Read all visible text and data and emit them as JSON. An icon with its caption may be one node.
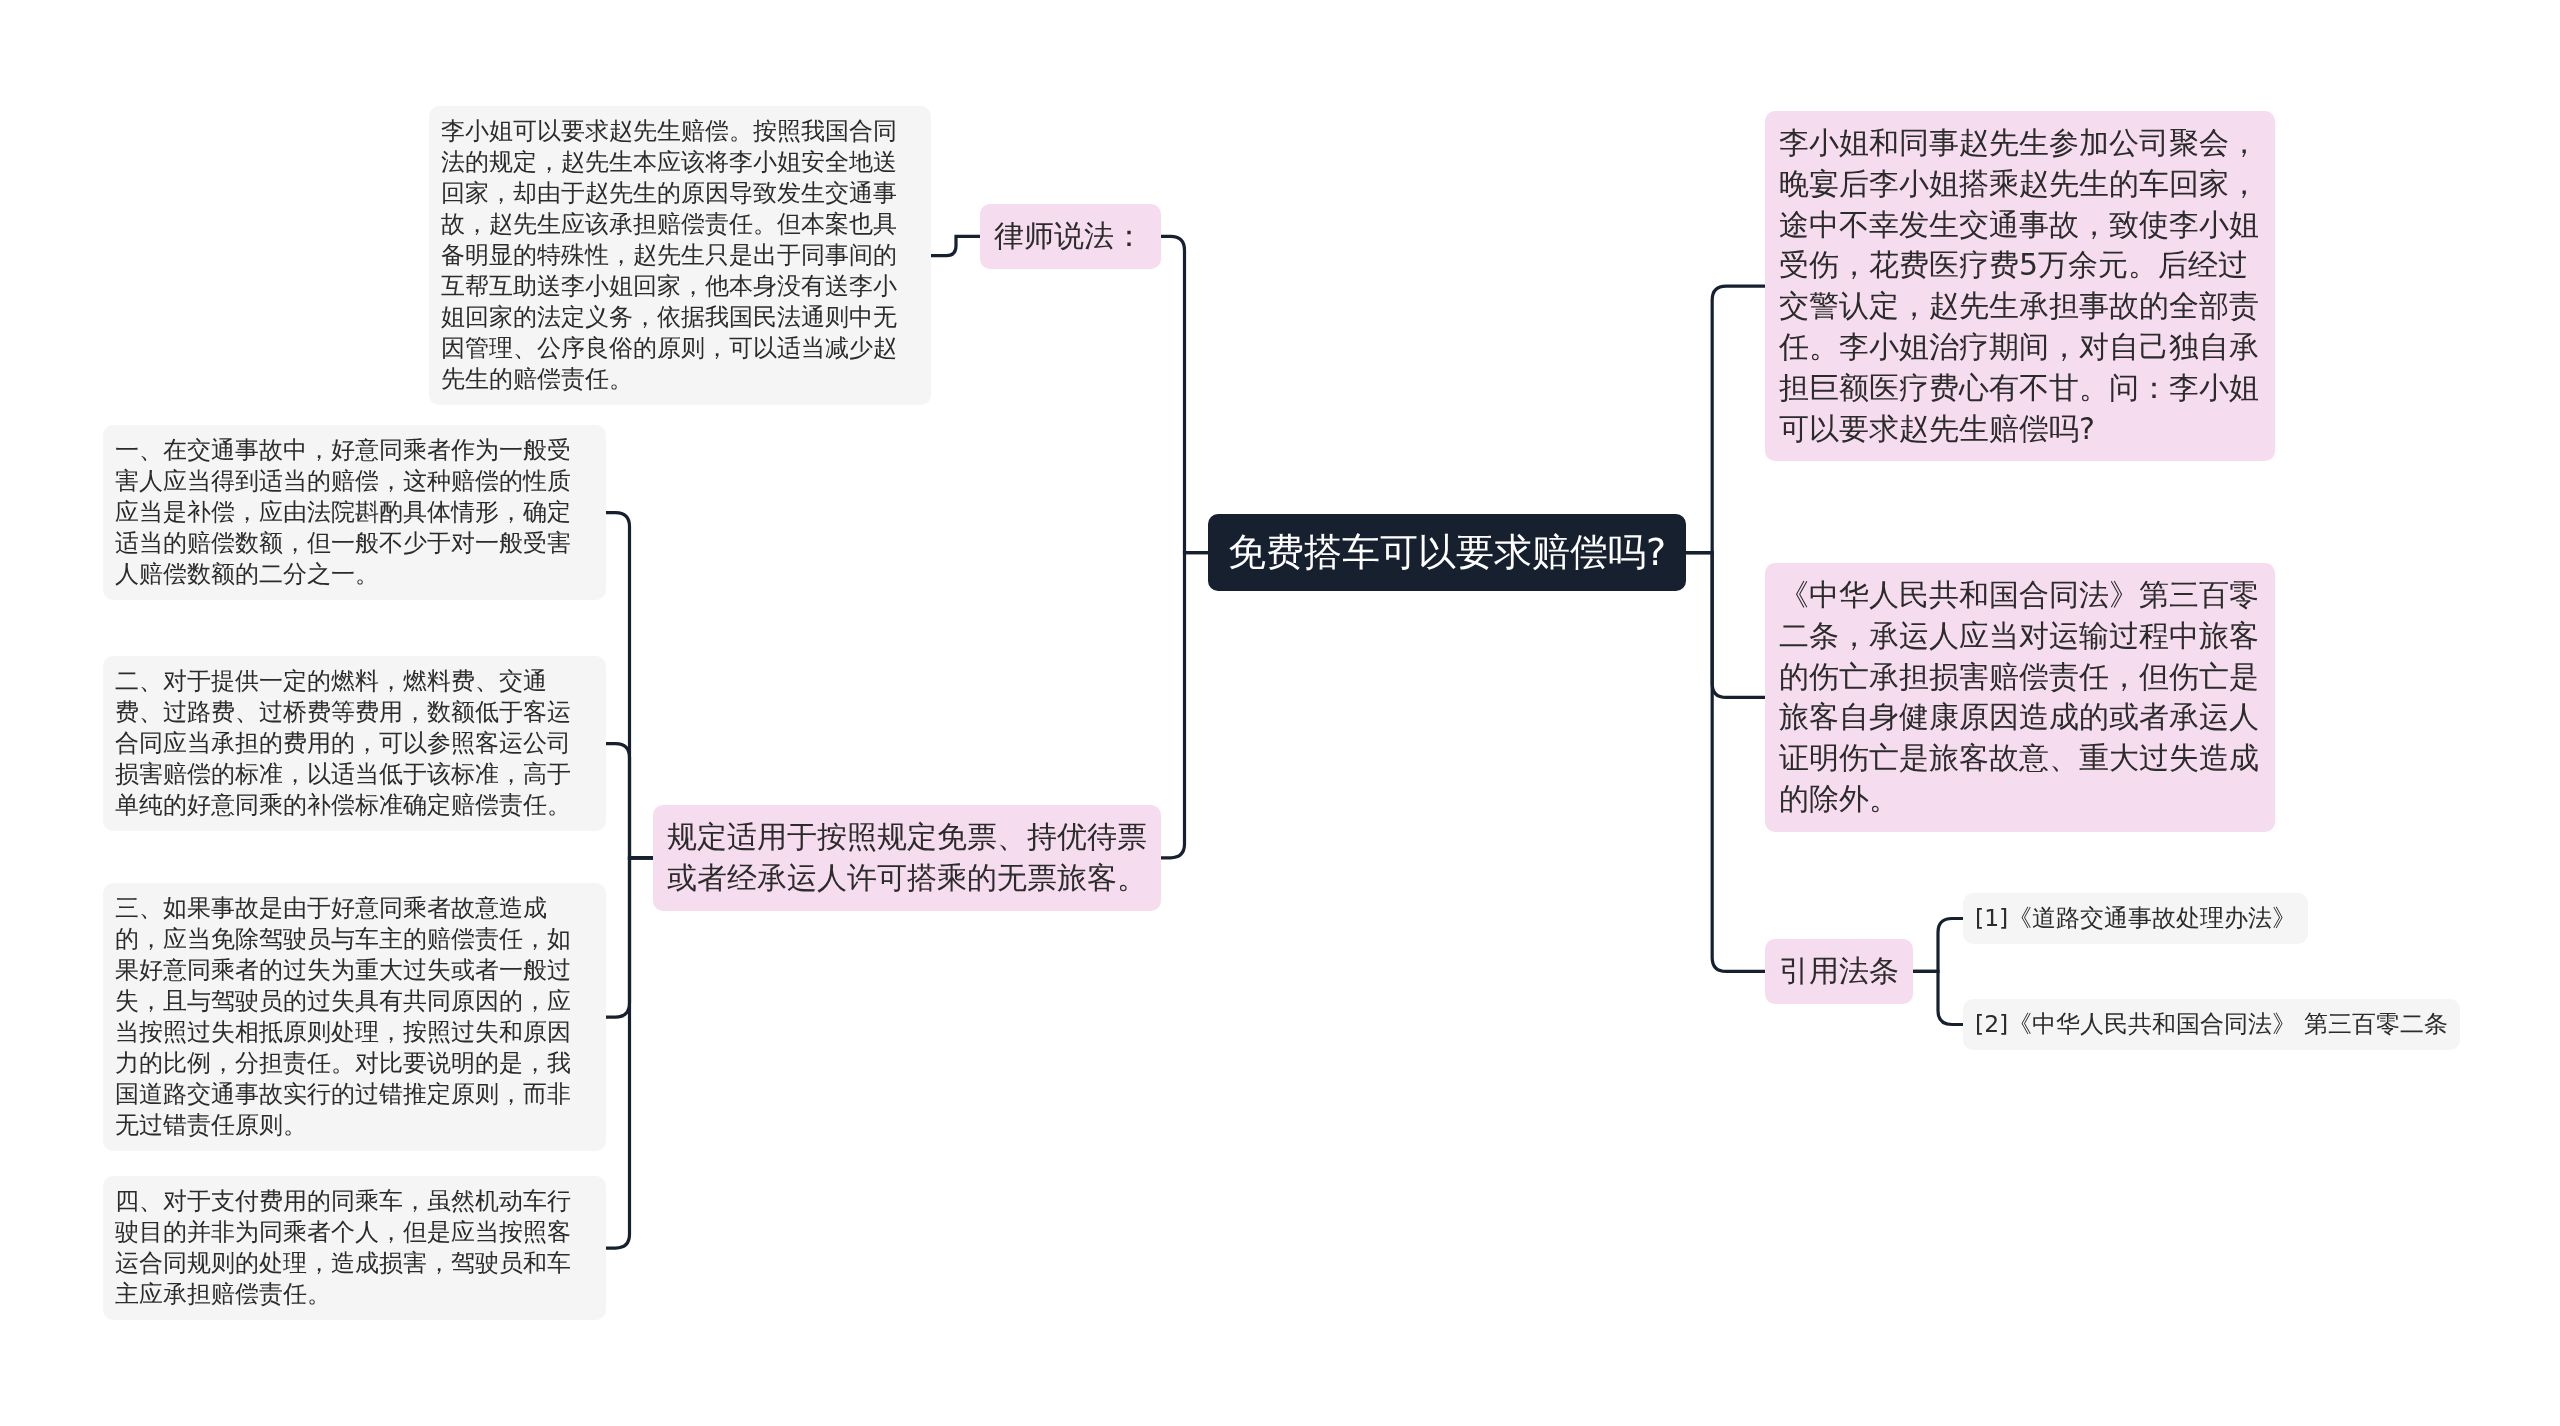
{
  "diagram": {
    "nodes": [
      {
        "text": [
          "免费搭车可以要求赔偿吗?"
        ]
      },
      {
        "text": [
          "律师说法："
        ]
      },
      {
        "text": [
          "李小姐可以要求赵先生赔偿。按照我国合同法的规定，赵先生本应该将李小姐安全地送回家，却由于赵先生的原因导致发生交通事故，赵先生应该承担赔偿责任。但本案也具备明显的特殊性，赵先生只是出于同事间的互帮互助送李小姐回家，他本身没有送李小姐回家的法定义务，依据我国民法通则中无因管理、公序良俗的原则，可以适当减少赵先生的赔偿责任。"
        ]
      },
      {
        "text": [
          "规定适用于按照规定免票、持优待票或者经承运人许可搭乘的无票旅客。"
        ]
      },
      {
        "text": [
          "一、在交通事故中，好意同乘者作为一般受害人应当得到适当的赔偿，这种赔偿的性质应当是补偿，应由法院斟酌具体情形，确定适当的赔偿数额，但一般不少于对一般受害人赔偿数额的二分之一。"
        ]
      },
      {
        "text": [
          "二、对于提供一定的燃料，燃料费、交通费、过路费、过桥费等费用，数额低于客运合同应当承担的费用的，可以参照客运公司损害赔偿的标准，以适当低于该标准，高于单纯的好意同乘的补偿标准确定赔偿责任。"
        ]
      },
      {
        "text": [
          "三、如果事故是由于好意同乘者故意造成的，应当免除驾驶员与车主的赔偿责任，如果好意同乘者的过失为重大过失或者一般过失，且与驾驶员的过失具有共同原因的，应当按照过失相抵原则处理，按照过失和原因力的比例，分担责任。对比要说明的是，我国道路交通事故实行的过错推定原则，而非无过错责任原则。"
        ]
      },
      {
        "text": [
          "四、对于支付费用的同乘车，虽然机动车行驶目的并非为同乘者个人，但是应当按照客运合同规则的处理，造成损害，驾驶员和车主应承担赔偿责任。"
        ]
      },
      {
        "text": [
          "李小姐和同事赵先生参加公司聚会，晚宴后李小姐搭乘赵先生的车回家，途中不幸发生交通事故，致使李小姐受伤，花费医疗费5万余元。后经过交警认定，赵先生承担事故的全部责任。李小姐治疗期间，对自己独自承担巨额医疗费心有不甘。问：李小姐可以要求赵先生赔偿吗?"
        ]
      },
      {
        "text": [
          "《中华人民共和国合同法》第三百零二条，承运人应当对运输过程中旅客的伤亡承担损害赔偿责任，但伤亡是旅客自身健康原因造成的或者承运人证明伤亡是旅客故意、重大过失造成的除外。"
        ]
      },
      {
        "text": [
          "引用法条"
        ]
      },
      {
        "text": [
          "[1]《道路交通事故处理办法》"
        ]
      },
      {
        "text": [
          "[2]《中华人民共和国合同法》 第三百零二条"
        ]
      }
    ],
    "edges": [
      {
        "from": 0,
        "to": 1,
        "arrow": "none"
      },
      {
        "from": 1,
        "to": 2,
        "arrow": "none"
      },
      {
        "from": 0,
        "to": 3,
        "arrow": "none"
      },
      {
        "from": 3,
        "to": 4,
        "arrow": "none"
      },
      {
        "from": 3,
        "to": 5,
        "arrow": "none"
      },
      {
        "from": 3,
        "to": 6,
        "arrow": "none"
      },
      {
        "from": 3,
        "to": 7,
        "arrow": "none"
      },
      {
        "from": 0,
        "to": 8,
        "arrow": "none"
      },
      {
        "from": 0,
        "to": 9,
        "arrow": "none"
      },
      {
        "from": 0,
        "to": 10,
        "arrow": "none"
      },
      {
        "from": 10,
        "to": 11,
        "arrow": "none"
      },
      {
        "from": 10,
        "to": 12,
        "arrow": "none"
      }
    ]
  }
}
